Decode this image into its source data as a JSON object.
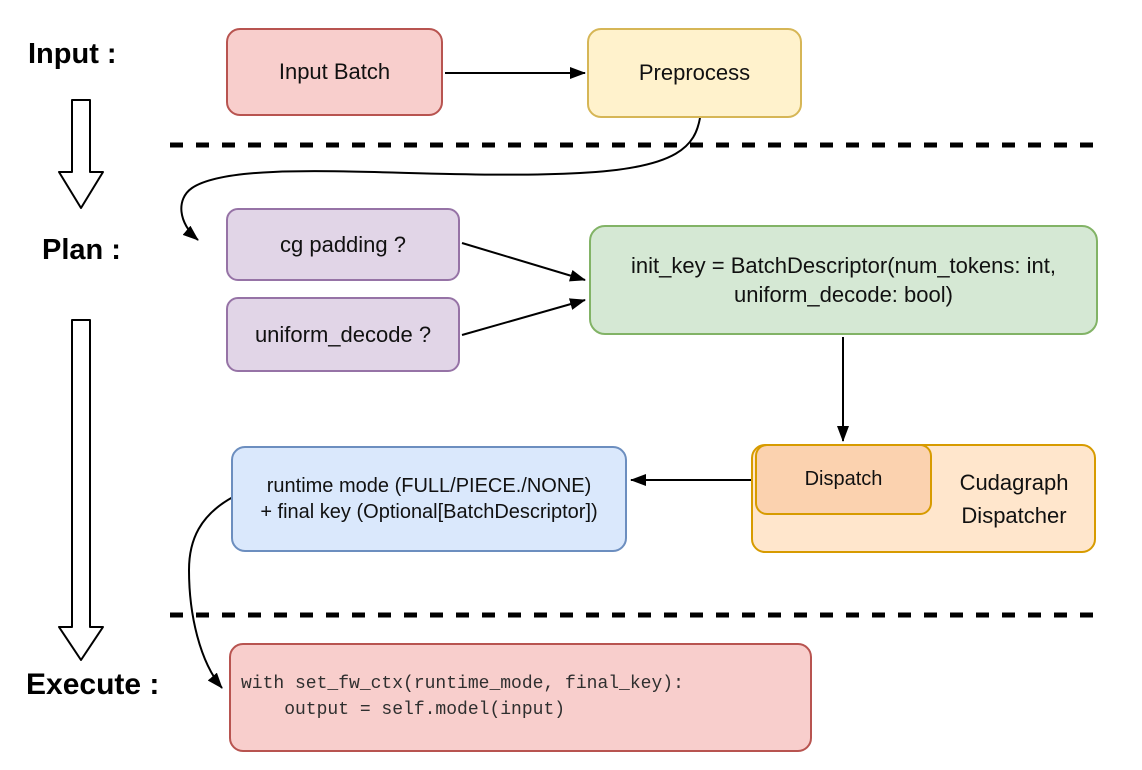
{
  "diagram": {
    "phases": {
      "input_label": "Input :",
      "plan_label": "Plan :",
      "execute_label": "Execute :"
    },
    "line_color": "#000000",
    "background": "#ffffff"
  },
  "nodes": {
    "input_batch": {
      "label": "Input Batch",
      "fill": "#f8cecc",
      "stroke": "#b85450"
    },
    "preprocess": {
      "label": "Preprocess",
      "fill": "#fff2cc",
      "stroke": "#d6b656"
    },
    "cg_padding": {
      "label": "cg padding ?",
      "fill": "#e1d5e7",
      "stroke": "#9673a6"
    },
    "uniform_decode": {
      "label": "uniform_decode ?",
      "fill": "#e1d5e7",
      "stroke": "#9673a6"
    },
    "init_key": {
      "line1": "init_key = BatchDescriptor(num_tokens: int,",
      "line2": "uniform_decode: bool)",
      "fill": "#d5e8d4",
      "stroke": "#82b366"
    },
    "runtime": {
      "line1": "runtime mode (FULL/PIECE./NONE)",
      "line2": "+ final key (Optional[BatchDescriptor])",
      "fill": "#dae8fc",
      "stroke": "#6c8ebf"
    },
    "dispatch": {
      "label": "Dispatch",
      "fill": "#fbd2af",
      "stroke": "#d79b00"
    },
    "cudagraph_dispatcher": {
      "line1": "Cudagraph",
      "line2": "Dispatcher",
      "fill": "#ffe6cc",
      "stroke": "#d79b00"
    },
    "execute_code": {
      "line1": "with set_fw_ctx(runtime_mode, final_key):",
      "line2": "    output = self.model(input)",
      "fill": "#f8cecc",
      "stroke": "#b85450"
    }
  }
}
